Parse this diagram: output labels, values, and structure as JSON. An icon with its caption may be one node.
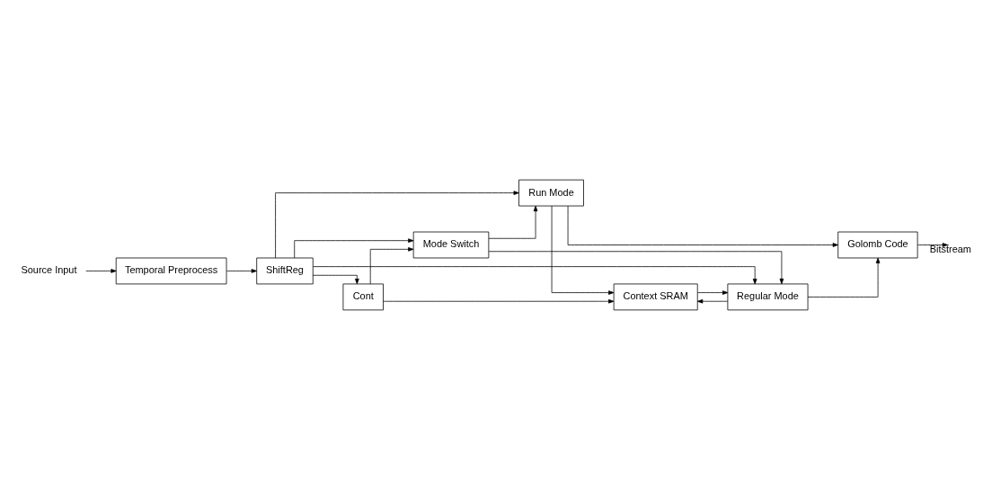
{
  "diagram": {
    "nodes": [
      {
        "text": [
          "Temporal Preprocess"
        ]
      },
      {
        "text": [
          "ShiftReg"
        ]
      },
      {
        "text": [
          "Mode Switch"
        ]
      },
      {
        "text": [
          "Run Mode"
        ]
      },
      {
        "text": [
          "Golomb Code"
        ]
      },
      {
        "text": [
          "Cont"
        ]
      },
      {
        "text": [
          "Regular Mode"
        ]
      },
      {
        "text": [
          "Context SRAM"
        ]
      },
      {
        "text": [
          "Source Input"
        ]
      }
    ],
    "edges": [
      {
        "from": 8,
        "to": 0,
        "arrow": "to"
      },
      {
        "from": 0,
        "to": 1,
        "arrow": "to"
      },
      {
        "from": 1,
        "to": 2,
        "arrow": "to"
      },
      {
        "from": 1,
        "to": 3,
        "arrow": "to"
      },
      {
        "from": 1,
        "to": 5,
        "arrow": "to"
      },
      {
        "from": 1,
        "to": 6,
        "arrow": "to"
      },
      {
        "from": 5,
        "to": 2,
        "arrow": "to"
      },
      {
        "from": 2,
        "to": 3,
        "arrow": "to"
      },
      {
        "from": 2,
        "to": 6,
        "arrow": "to"
      },
      {
        "from": 3,
        "to": 4,
        "arrow": "to"
      },
      {
        "from": 6,
        "to": 4,
        "arrow": "to"
      },
      {
        "from": 5,
        "to": 7,
        "arrow": "to"
      },
      {
        "from": 7,
        "to": 6,
        "arrow": "to"
      },
      {
        "from": 3,
        "to": 7,
        "arrow": "to"
      },
      {
        "from": 6,
        "to": 7,
        "arrow": "to"
      },
      {
        "from": 4,
        "to": null,
        "arrow": "to",
        "label": "Bitstream"
      }
    ]
  }
}
